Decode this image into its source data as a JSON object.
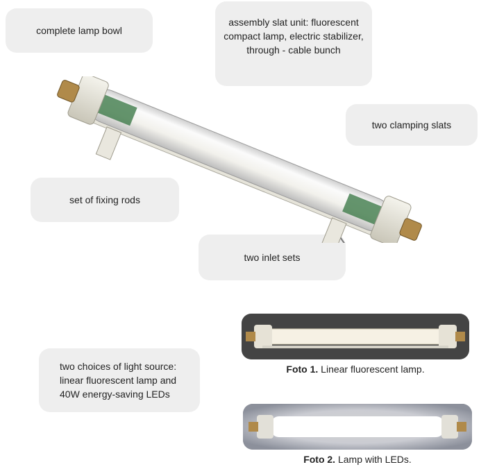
{
  "callouts": {
    "bowl": "complete lamp bowl",
    "assembly": "assembly slat unit: fluorescent\ncompact lamp, electric stabilizer,\nthrough - cable bunch",
    "clamping": "two clamping slats",
    "fixing": "set of fixing rods",
    "inlet": "two inlet sets",
    "choices": "two choices of light source:\nlinear fluorescent lamp and\n40W energy-saving LEDs"
  },
  "photos": {
    "foto1": {
      "label": "Foto 1.",
      "text": " Linear fluorescent lamp."
    },
    "foto2": {
      "label": "Foto 2.",
      "text": " Lamp with LEDs."
    }
  },
  "colors": {
    "callout_bg": "#eeeeee",
    "tube_glow": "#f4f2ee",
    "fixture_white": "#e9e7de",
    "pcb_green": "#3f7a4a",
    "connector_brass": "#b08a4a",
    "photo_bg": "#3a3a3a"
  }
}
